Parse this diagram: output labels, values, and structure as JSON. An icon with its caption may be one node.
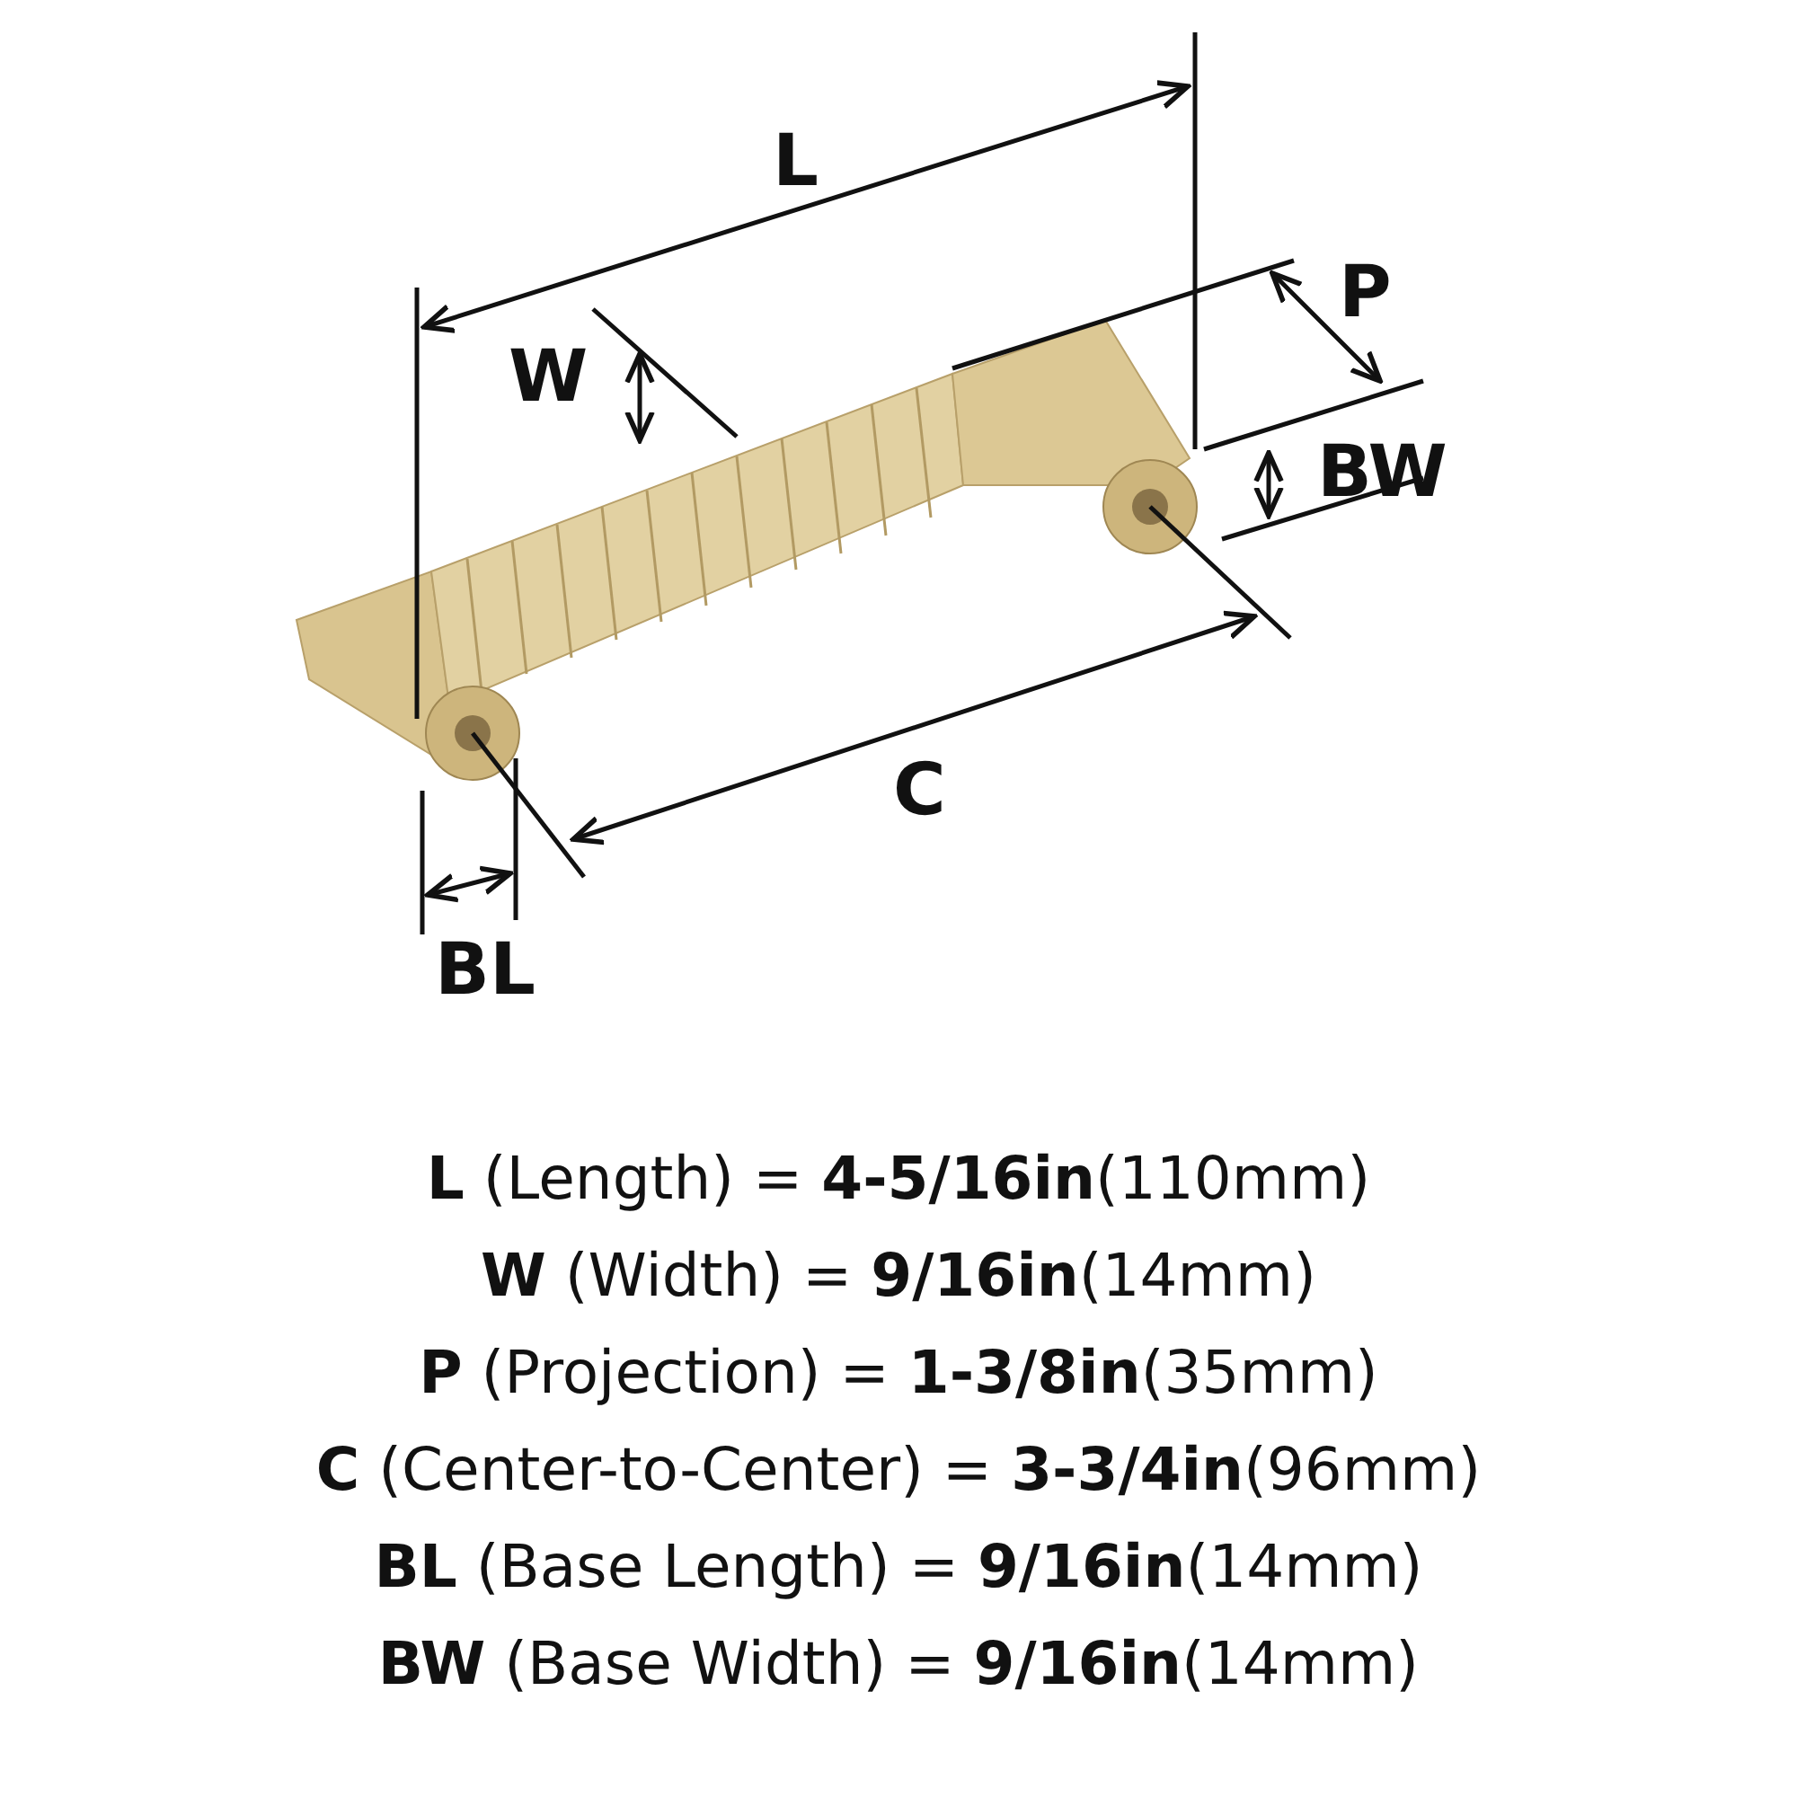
{
  "diagram": {
    "labels": [
      "L",
      "W",
      "P",
      "BW",
      "C",
      "BL",
      "**L** (Length) = **4-5/16in**(110mm)",
      "**W** (Width) = **9/16in**(14mm)",
      "**P** (Projection) = **1-3/8in**(35mm)",
      "**C** (Center-to-Center) = **3-3/4in**(96mm)",
      "**BL** (Base Length) = **9/16in**(14mm)",
      "**BW** (Base Width) = **9/16in**(14mm)"
    ]
  }
}
